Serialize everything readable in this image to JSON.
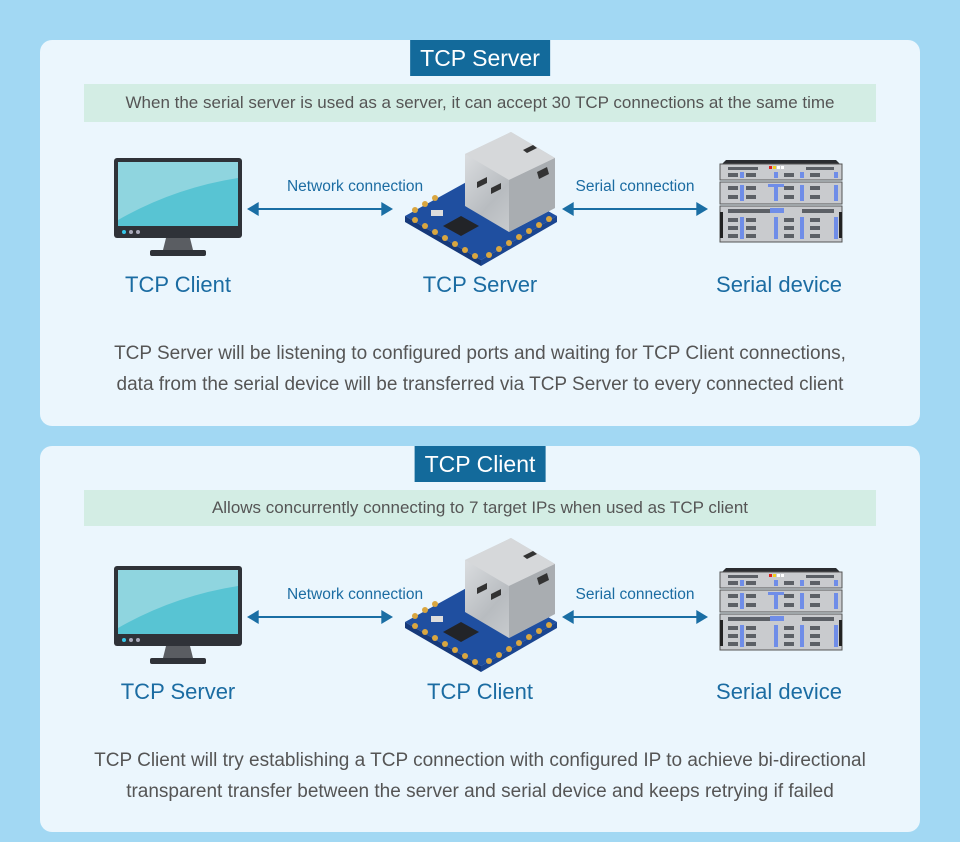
{
  "colors": {
    "page_background": "#a2d8f3",
    "panel_background": "#ebf6fd",
    "title_badge": "#136a9b",
    "subtitle_bar": "#d3ede4",
    "label_blue": "#1b6ca2",
    "arrow_blue": "#1a6ea4",
    "body_text": "#555555"
  },
  "panels": [
    {
      "title": "TCP Server",
      "subtitle": "When the serial server is used as a server, it can accept 30 TCP connections at the same time",
      "left_node": {
        "label": "TCP Client",
        "icon": "monitor-icon"
      },
      "center_node": {
        "label": "TCP Server",
        "icon": "ethernet-module-icon"
      },
      "right_node": {
        "label": "Serial device",
        "icon": "server-rack-icon"
      },
      "left_connection": "Network connection",
      "right_connection": "Serial connection",
      "description_lines": [
        "TCP Server will be listening to configured ports and waiting for TCP Client connections,",
        "data from the serial device will be transferred via TCP Server to every connected client"
      ]
    },
    {
      "title": "TCP Client",
      "subtitle": "Allows concurrently connecting to 7 target IPs when used as TCP client",
      "left_node": {
        "label": "TCP Server",
        "icon": "monitor-icon"
      },
      "center_node": {
        "label": "TCP Client",
        "icon": "ethernet-module-icon"
      },
      "right_node": {
        "label": "Serial device",
        "icon": "server-rack-icon"
      },
      "left_connection": "Network connection",
      "right_connection": "Serial connection",
      "description_lines": [
        "TCP Client will try establishing a TCP connection with configured IP to achieve bi-directional",
        "transparent transfer between the server and serial device and keeps retrying if failed"
      ]
    }
  ]
}
